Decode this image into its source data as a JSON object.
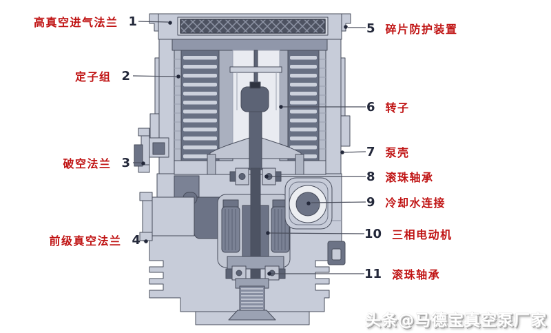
{
  "diagram": {
    "callouts_left": [
      {
        "num": "1",
        "label": "高真空进气法兰"
      },
      {
        "num": "2",
        "label": "定子组"
      },
      {
        "num": "3",
        "label": "破空法兰"
      },
      {
        "num": "4",
        "label": "前级真空法兰"
      }
    ],
    "callouts_right": [
      {
        "num": "5",
        "label": "碎片防护装置"
      },
      {
        "num": "6",
        "label": "转子"
      },
      {
        "num": "7",
        "label": "泵壳"
      },
      {
        "num": "8",
        "label": "滚珠轴承"
      },
      {
        "num": "9",
        "label": "冷却水连接"
      },
      {
        "num": "10",
        "label": "三相电动机"
      },
      {
        "num": "11",
        "label": "滚珠轴承"
      }
    ]
  },
  "watermark": {
    "text": "头条@马德宝真空泵厂家"
  },
  "colors": {
    "label_red": "#c01414",
    "number_dark": "#23283a",
    "body_light": "#c7ccd9",
    "body_medium": "#9ba2b3",
    "body_dark": "#6c7386",
    "mesh_dark": "#4d5261",
    "outline": "#474c5b",
    "background": "#ffffff"
  }
}
